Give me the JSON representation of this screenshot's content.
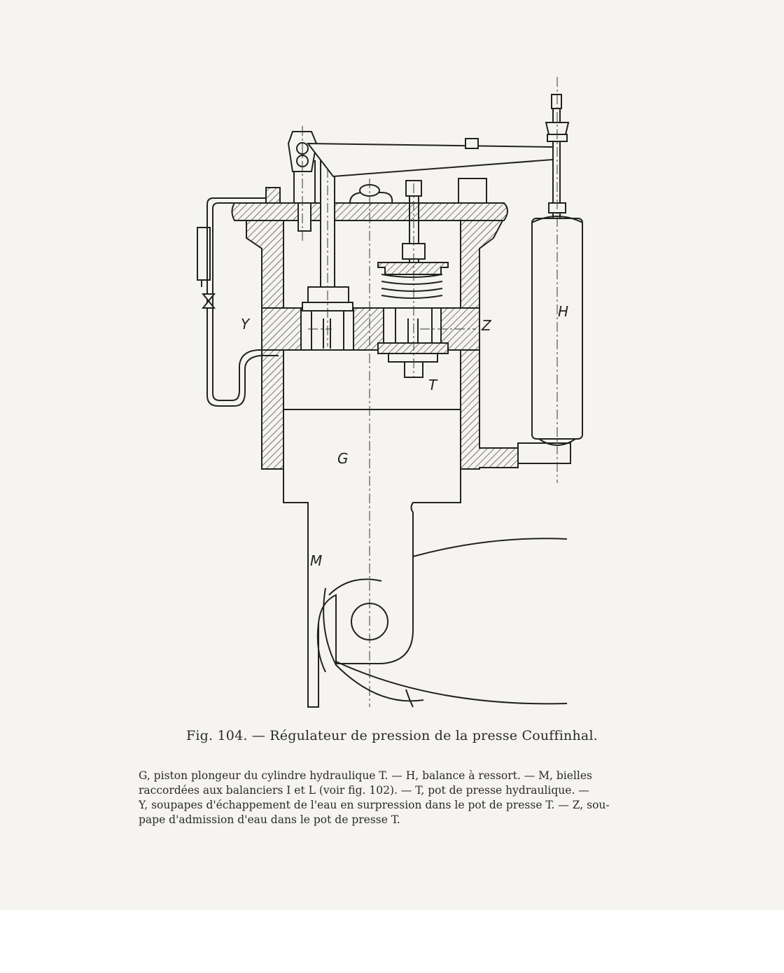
{
  "figure": {
    "labels": {
      "h": "H",
      "y": "Y",
      "z": "Z",
      "t": "T",
      "g": "G",
      "m": "M"
    },
    "ink_color": "#222222",
    "paper_color": "#f5f4f1"
  },
  "caption": {
    "text": "Fig. 104. — Régulateur de pression de la presse Couffinhal."
  },
  "legend": {
    "lines": [
      "G, piston plongeur du cylindre hydraulique T. — H, balance à ressort. — M, bielles",
      "raccordées aux balanciers I et L (voir fig. 102). — T, pot de presse hydraulique. —",
      "Y, soupapes d'échappement de l'eau en surpression dans le pot de presse T. — Z, sou-",
      "pape d'admission d'eau dans le pot de presse T."
    ]
  }
}
